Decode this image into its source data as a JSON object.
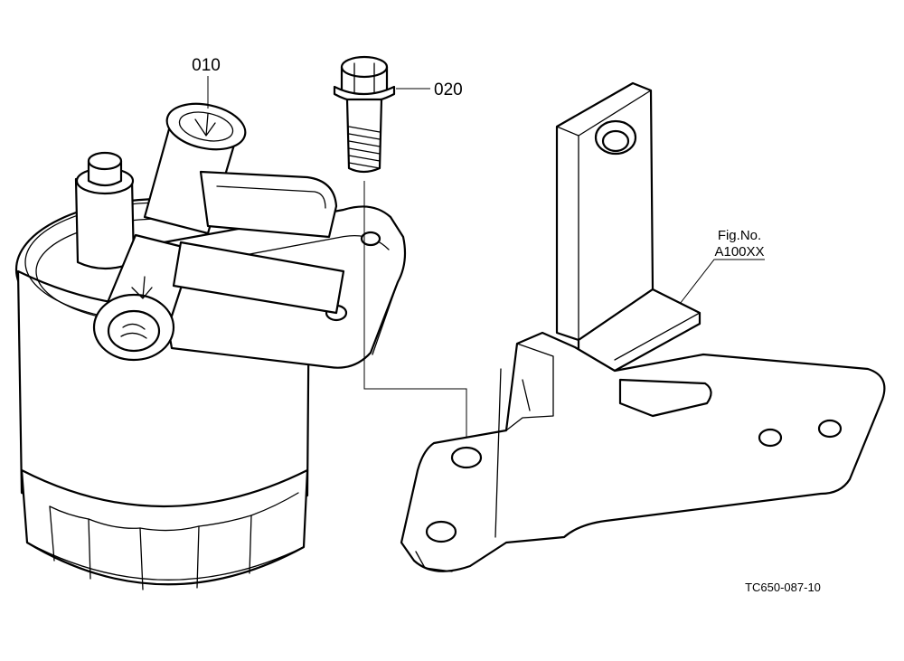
{
  "diagram": {
    "parts": [
      {
        "id": "010",
        "label": "010",
        "depicts": "fuel filter assembly"
      },
      {
        "id": "020",
        "label": "020",
        "depicts": "flange bolt"
      }
    ],
    "bracket_reference": {
      "line1": "Fig.No.",
      "line2": "A100XX"
    },
    "drawing_code": "TC650-087-10"
  }
}
